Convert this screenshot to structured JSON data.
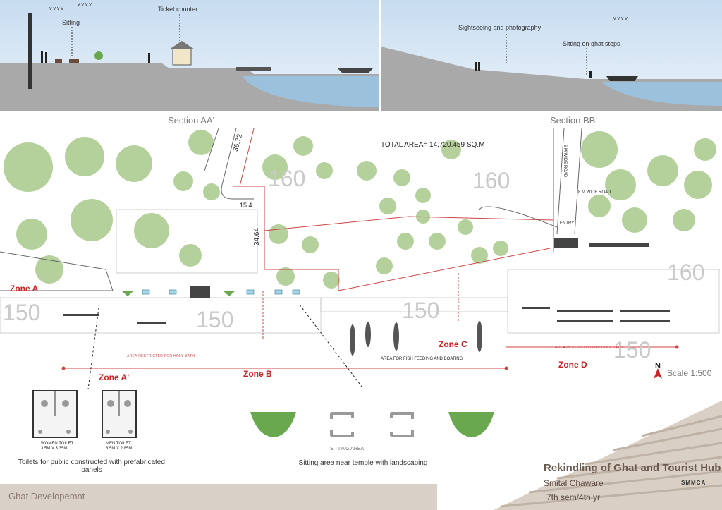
{
  "sections": {
    "aa_label": "Section AA'",
    "bb_label": "Section BB'",
    "aa_callouts": {
      "sitting": "Sitting",
      "ticket": "Ticket counter"
    },
    "bb_callouts": {
      "sightseeing": "Sightseeing and photography",
      "steps": "Sitting on ghat steps"
    }
  },
  "plan": {
    "total_area": "TOTAL AREA= 14,720.459 SQ.M",
    "contours": [
      "160",
      "160",
      "160",
      "150",
      "150",
      "150",
      "150"
    ],
    "dims": [
      "36.72",
      "15.4",
      "34.64"
    ],
    "roads": [
      "6 M WIDE ROAD",
      "8 M WIDE ROAD"
    ],
    "entry": "ENTRY",
    "zones": [
      "Zone A",
      "Zone A'",
      "Zone B",
      "Zone C",
      "Zone D"
    ],
    "restricted": "AREA RESTRICTED FOR HOLY BATH",
    "fish": "AREA FOR FISH FEEDING AND BOATING",
    "scale": "Scale 1:500",
    "north": "N"
  },
  "details": {
    "women_toilet": "WOMEN TOILET",
    "women_size": "3.5M X 3.35M",
    "men_toilet": "MEN TOILET",
    "men_size": "3.5M X 2.85M",
    "toilet_caption": "Toilets for public constructed with prefabricated panels",
    "sitting_area": "SITTING AREA",
    "sitting_caption": "Sitting area near temple with landscaping"
  },
  "project": {
    "title": "Rekindling of Ghat and Tourist Hub",
    "author": "Smital Chaware",
    "semester": "7th sem/4th yr",
    "logo": "SMMCA",
    "footer": "Ghat Developemnt"
  },
  "colors": {
    "zone": "#cc1f1f",
    "tree": "#a8c88a",
    "water": "#9bc1dc",
    "ground": "#a9a9a9"
  }
}
